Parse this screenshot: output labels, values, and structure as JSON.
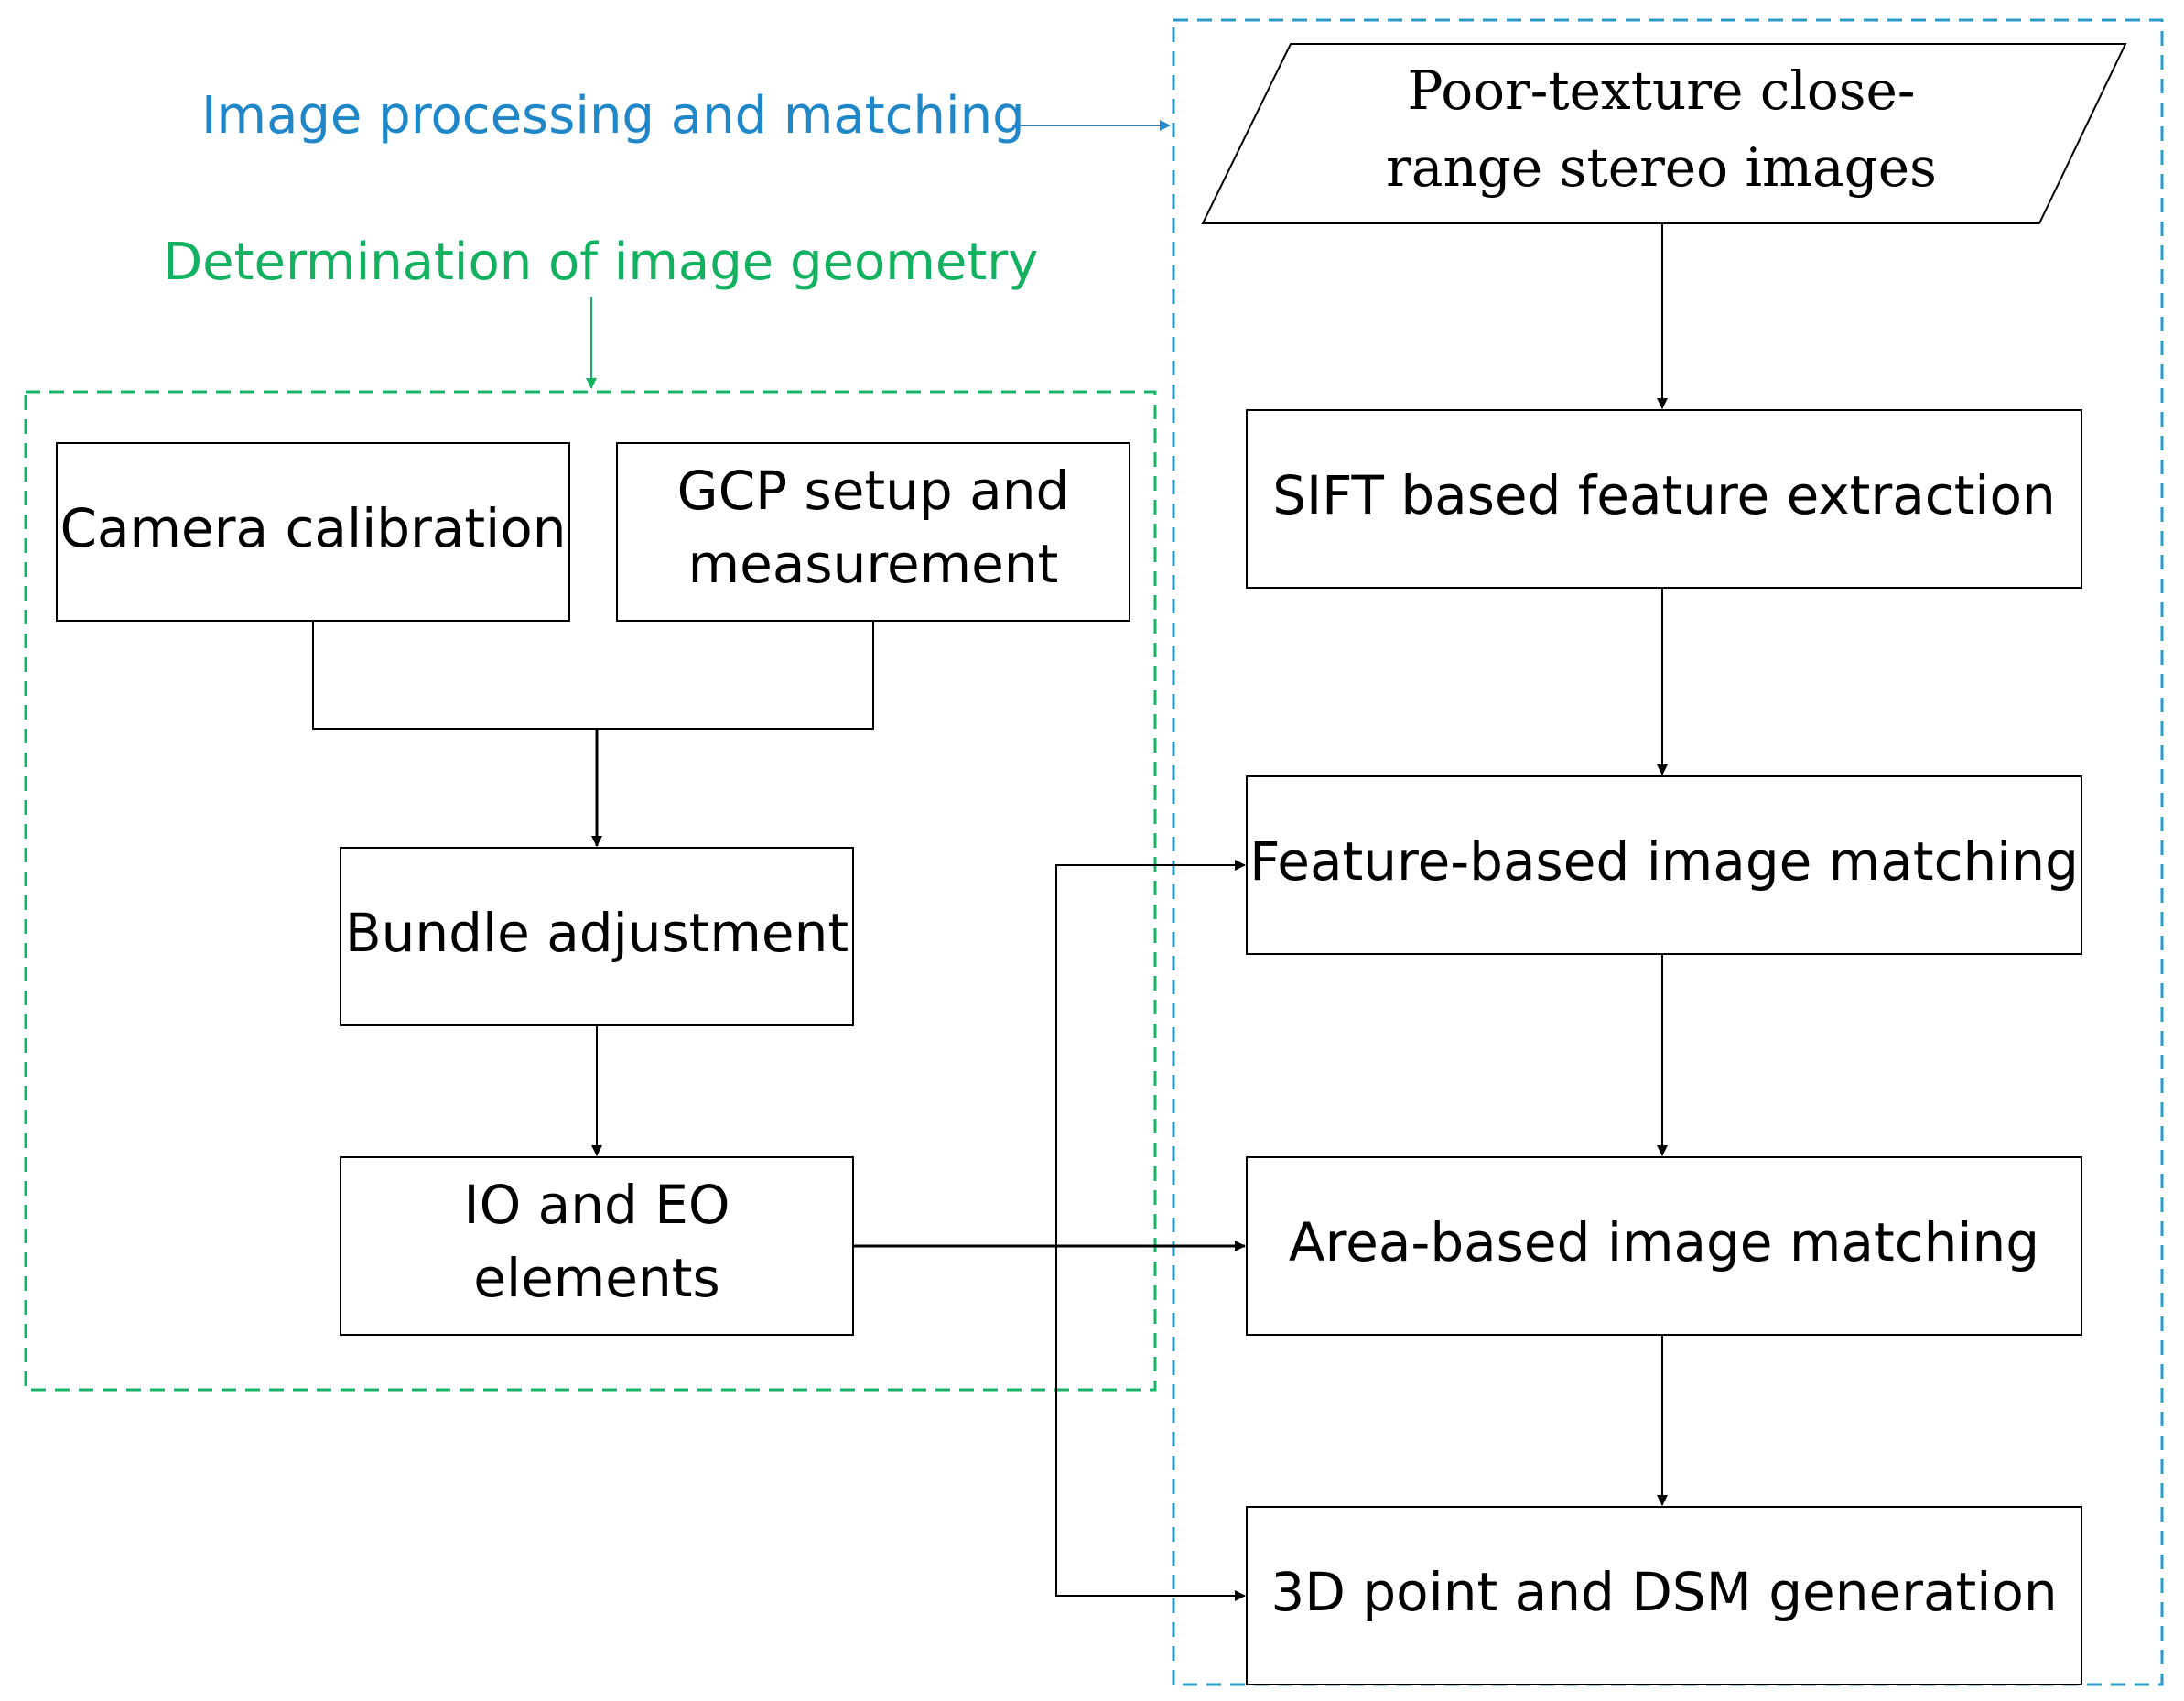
{
  "colors": {
    "blue_group": "#2a9bc7",
    "blue_title": "#1f86c8",
    "green_group": "#19b469",
    "green_title": "#12b15f",
    "ink": "#000000"
  },
  "groups": {
    "matching_title": "Image processing and matching",
    "geometry_title": "Determination of image geometry"
  },
  "input": {
    "line1": "Poor-texture close-",
    "line2": "range stereo images"
  },
  "geometry": {
    "camera_calibration": "Camera calibration",
    "gcp_line1": "GCP setup and",
    "gcp_line2": "measurement",
    "bundle_adjustment": "Bundle adjustment",
    "io_eo_line1": "IO and EO",
    "io_eo_line2": "elements"
  },
  "matching": {
    "sift": "SIFT based feature extraction",
    "feature_matching": "Feature-based image matching",
    "area_matching": "Area-based image matching",
    "dsm": "3D point and DSM generation"
  }
}
